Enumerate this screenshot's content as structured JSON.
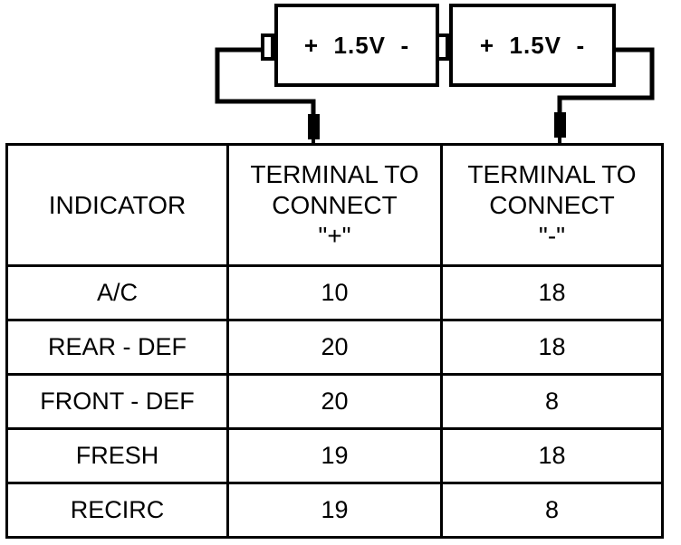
{
  "batteries": [
    {
      "label": "+  1.5V  -"
    },
    {
      "label": "+  1.5V  -"
    }
  ],
  "table": {
    "headers": {
      "indicator": "INDICATOR",
      "plus": [
        "TERMINAL TO",
        "CONNECT",
        "\"+\""
      ],
      "minus": [
        "TERMINAL TO",
        "CONNECT",
        "\"-\""
      ]
    },
    "rows": [
      {
        "indicator": "A/C",
        "plus": "10",
        "minus": "18"
      },
      {
        "indicator": "REAR - DEF",
        "plus": "20",
        "minus": "18"
      },
      {
        "indicator": "FRONT - DEF",
        "plus": "20",
        "minus": "8"
      },
      {
        "indicator": "FRESH",
        "plus": "19",
        "minus": "18"
      },
      {
        "indicator": "RECIRC",
        "plus": "19",
        "minus": "8"
      }
    ]
  }
}
